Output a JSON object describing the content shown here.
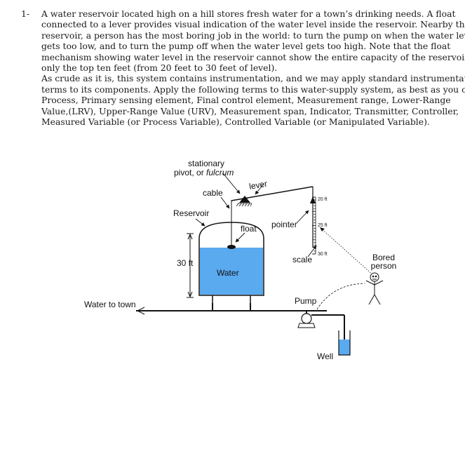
{
  "question": {
    "number": "1-",
    "lines": [
      "A water reservoir located high on a hill stores fresh water for a town’s drinking needs. A float",
      "connected to a lever provides visual indication of the water level inside the reservoir. Nearby this",
      "reservoir, a person has the most boring job in the world: to turn the pump on when the water level",
      "gets too low, and to turn the pump off when the water level gets too high. Note that the float",
      "mechanism showing water level in the reservoir cannot show the entire capacity of the reservoir, but",
      "only the top ten feet (from 20 feet to 30 feet of level).",
      "As crude as it is, this system contains instrumentation, and we may apply standard instrumentation",
      "terms to its components. Apply the following terms to this water-supply system, as best as you can:",
      "Process, Primary sensing element, Final control element, Measurement range, Lower-Range",
      "Value,(LRV), Upper-Range Value (URV), Measurement span, Indicator, Transmitter, Controller,",
      "Measured Variable (or Process Variable), Controlled Variable (or Manipulated Variable)."
    ]
  },
  "diagram": {
    "label_stationary": "stationary",
    "label_pivot_prefix": "pivot, or ",
    "label_fulcrum": "fulcrum",
    "label_lever": "lever",
    "label_cable": "cable",
    "label_reservoir": "Reservoir",
    "label_float": "float",
    "label_pointer": "pointer",
    "label_water": "Water",
    "label_30ft": "30 ft",
    "label_scale": "scale",
    "scale_top": "20 ft",
    "scale_mid": "25 ft",
    "scale_bottom": "30 ft",
    "label_bored": "Bored",
    "label_person": "person",
    "label_water_to_town": "Water to town",
    "label_pump": "Pump",
    "label_well": "Well",
    "water_color": "#5aaaf0"
  }
}
